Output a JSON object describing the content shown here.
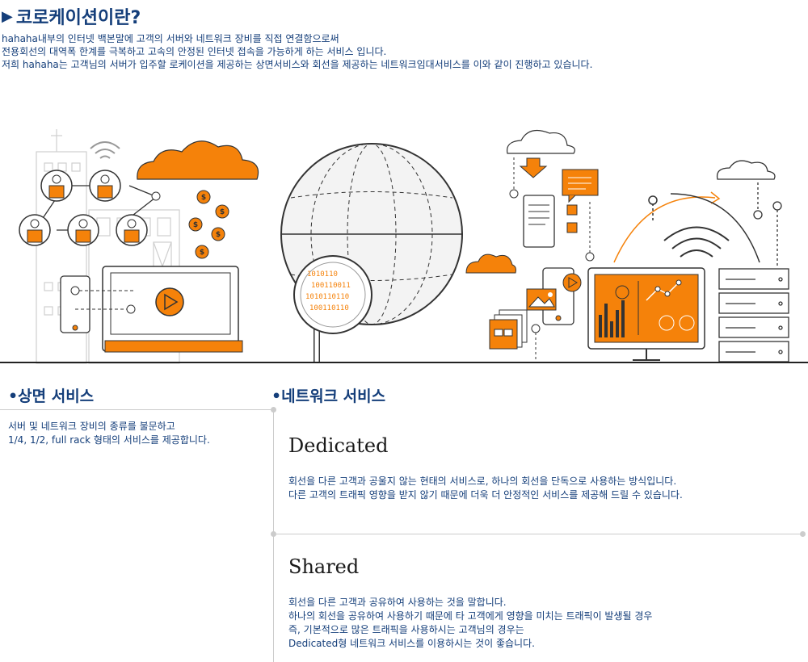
{
  "header": {
    "arrow_glyph": "▶",
    "title": "코로케이션이란?",
    "intro_lines": [
      "hahaha내부의 인터넷 백본말에 고객의 서버와 네트워크 장비를 직접 연결함으로써",
      "전용회선의 대역폭 한계를 극복하고 고속의 안정된 인터넷 접속을 가능하게 하는 서비스 입니다.",
      "저희 hahaha는 고객님의 서버가 입주할 로케이션을 제공하는 상면서비스와 회선을 제공하는 네트워크임대서비스를 이와 같이 진행하고 있습니다."
    ]
  },
  "illustration": {
    "accent_color": "#f5820a",
    "line_color": "#333333",
    "icons": [
      "building-icon",
      "wifi-icon",
      "user-icons",
      "cloud-icon",
      "dollar-coins-icon",
      "laptop-play-icon",
      "globe-icon",
      "magnifier-icon",
      "tablet-play-icon",
      "document-icon",
      "chat-icon",
      "monitor-chart-icon",
      "server-rack-icon"
    ],
    "binary_lines": [
      "1010110",
      "100110011",
      "1010110110",
      "100110110"
    ]
  },
  "colocation": {
    "title": "•상면 서비스",
    "lines": [
      "서버 및 네트워크 장비의 종류를 불문하고",
      "1/4, 1/2, full rack 형태의 서비스를 제공합니다."
    ]
  },
  "network": {
    "title": "•네트워크 서비스",
    "dedicated": {
      "name": "Dedicated",
      "lines": [
        "회선을 다른 고객과 공울지 않는 현태의 서비스로, 하나의 회선을 단독으로 사용하는 방식입니다.",
        "다른 고객의 트래픽 영향을 받지 않기 때문에 더욱 더 안정적인 서비스를 제공해 드릴 수 있습니다."
      ]
    },
    "shared": {
      "name": "Shared",
      "lines": [
        "회선을 다른 고객과 공유하여 사용하는 것을 말합니다.",
        "하나의 회선을 공유하여 사용하기 때문에 타 고객에게 영향을 미치는 트래픽이 발생될 경우",
        "즉, 기본적으로 많은 트래픽을 사용하시는 고객님의 경우는",
        "Dedicated형 네트워크 서비스를 이용하시는 것이 좋습니다."
      ]
    }
  }
}
